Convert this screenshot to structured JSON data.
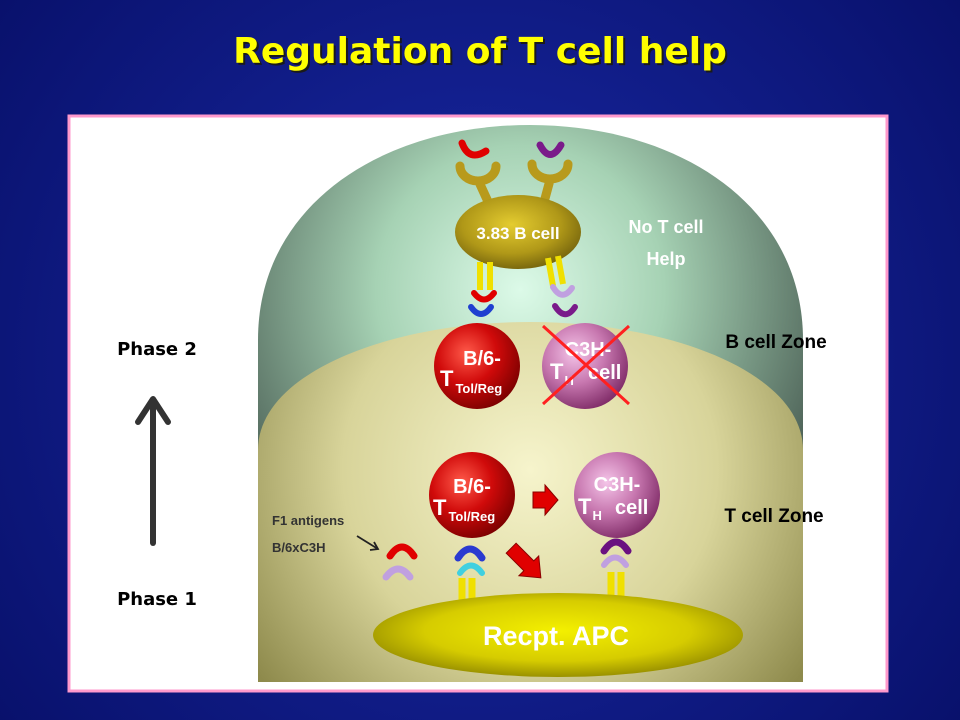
{
  "slide": {
    "title": "Regulation of T cell help",
    "colors": {
      "background": "#0d168c",
      "title": "#ffff00",
      "panel_border": "#ff99cc",
      "treg_cell": "#c80000",
      "th_cell": "#c070a8",
      "apc": "#e8e000",
      "b_cell": "#b8a018",
      "mhc_bars": "#f0e000",
      "block_x": "#ff2020"
    }
  },
  "diagram": {
    "b_cell": {
      "label": "3.83 B cell"
    },
    "no_help": {
      "line1": "No T cell",
      "line2": "Help"
    },
    "zones": {
      "b_cell_zone": "B cell Zone",
      "t_cell_zone": "T cell Zone"
    },
    "phases": {
      "phase_2": "Phase 2",
      "phase_1": "Phase 1"
    },
    "upper_treg": {
      "line1": "B/6-",
      "t": "T",
      "subscript": "Tol/Reg"
    },
    "upper_th": {
      "line1": "C3H-",
      "t": "T",
      "subscript": "H",
      "suffix": "cell",
      "crossed_out": true
    },
    "lower_treg": {
      "line1": "B/6-",
      "t": "T",
      "subscript": "Tol/Reg"
    },
    "lower_th": {
      "line1": "C3H-",
      "t": "T",
      "subscript": "H",
      "suffix": "cell"
    },
    "f1_antigens": {
      "line1": "F1 antigens",
      "line2": "B/6xC3H"
    },
    "apc": {
      "label": "Recpt. APC"
    }
  }
}
